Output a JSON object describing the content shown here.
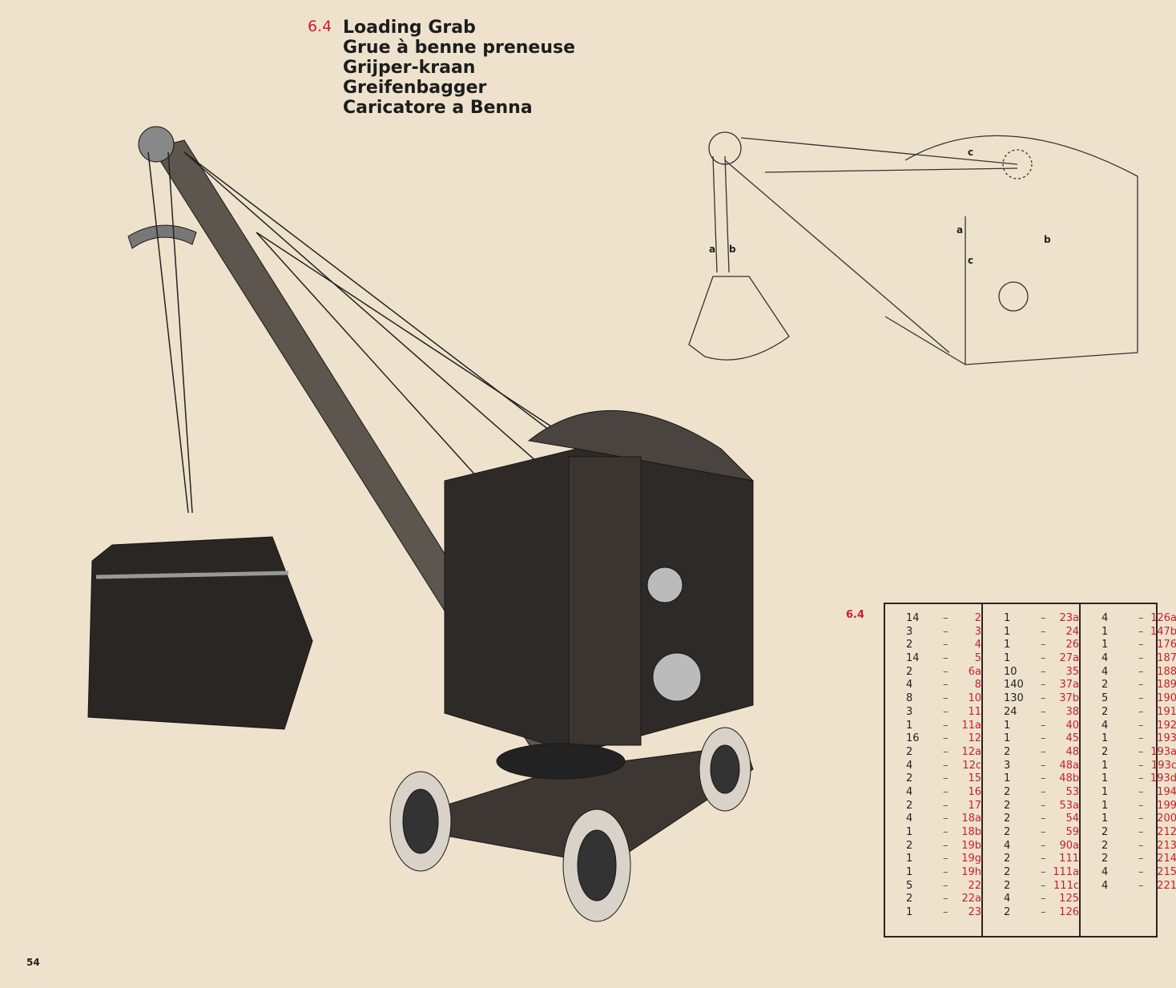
{
  "model_number": "6.4",
  "titles": [
    "Loading Grab",
    "Grue à benne preneuse",
    "Grijper-kraan",
    "Greifenbagger",
    "Caricatore a Benna"
  ],
  "diagram_labels": [
    "a",
    "b",
    "c",
    "a",
    "c",
    "b"
  ],
  "parts_table": {
    "label": "6.4",
    "columns": [
      [
        [
          "14",
          "2"
        ],
        [
          "3",
          "3"
        ],
        [
          "2",
          "4"
        ],
        [
          "14",
          "5"
        ],
        [
          "2",
          "6a"
        ],
        [
          "4",
          "8"
        ],
        [
          "8",
          "10"
        ],
        [
          "3",
          "11"
        ],
        [
          "1",
          "11a"
        ],
        [
          "16",
          "12"
        ],
        [
          "2",
          "12a"
        ],
        [
          "4",
          "12c"
        ],
        [
          "2",
          "15"
        ],
        [
          "4",
          "16"
        ],
        [
          "2",
          "17"
        ],
        [
          "4",
          "18a"
        ],
        [
          "1",
          "18b"
        ],
        [
          "2",
          "19b"
        ],
        [
          "1",
          "19g"
        ],
        [
          "1",
          "19h"
        ],
        [
          "5",
          "22"
        ],
        [
          "2",
          "22a"
        ],
        [
          "1",
          "23"
        ]
      ],
      [
        [
          "1",
          "23a"
        ],
        [
          "1",
          "24"
        ],
        [
          "1",
          "26"
        ],
        [
          "1",
          "27a"
        ],
        [
          "10",
          "35"
        ],
        [
          "140",
          "37a"
        ],
        [
          "130",
          "37b"
        ],
        [
          "24",
          "38"
        ],
        [
          "1",
          "40"
        ],
        [
          "1",
          "45"
        ],
        [
          "2",
          "48"
        ],
        [
          "3",
          "48a"
        ],
        [
          "1",
          "48b"
        ],
        [
          "2",
          "53"
        ],
        [
          "2",
          "53a"
        ],
        [
          "2",
          "54"
        ],
        [
          "2",
          "59"
        ],
        [
          "4",
          "90a"
        ],
        [
          "2",
          "111"
        ],
        [
          "2",
          "111a"
        ],
        [
          "2",
          "111c"
        ],
        [
          "4",
          "125"
        ],
        [
          "2",
          "126"
        ]
      ],
      [
        [
          "4",
          "126a"
        ],
        [
          "1",
          "147b"
        ],
        [
          "1",
          "176"
        ],
        [
          "4",
          "187"
        ],
        [
          "4",
          "188"
        ],
        [
          "2",
          "189"
        ],
        [
          "5",
          "190"
        ],
        [
          "2",
          "191"
        ],
        [
          "4",
          "192"
        ],
        [
          "1",
          "193"
        ],
        [
          "2",
          "193a"
        ],
        [
          "1",
          "193c"
        ],
        [
          "1",
          "193d"
        ],
        [
          "1",
          "194"
        ],
        [
          "1",
          "199"
        ],
        [
          "1",
          "200"
        ],
        [
          "2",
          "212"
        ],
        [
          "2",
          "213"
        ],
        [
          "2",
          "214"
        ],
        [
          "4",
          "215"
        ],
        [
          "4",
          "221"
        ]
      ]
    ]
  },
  "page_number": "54"
}
